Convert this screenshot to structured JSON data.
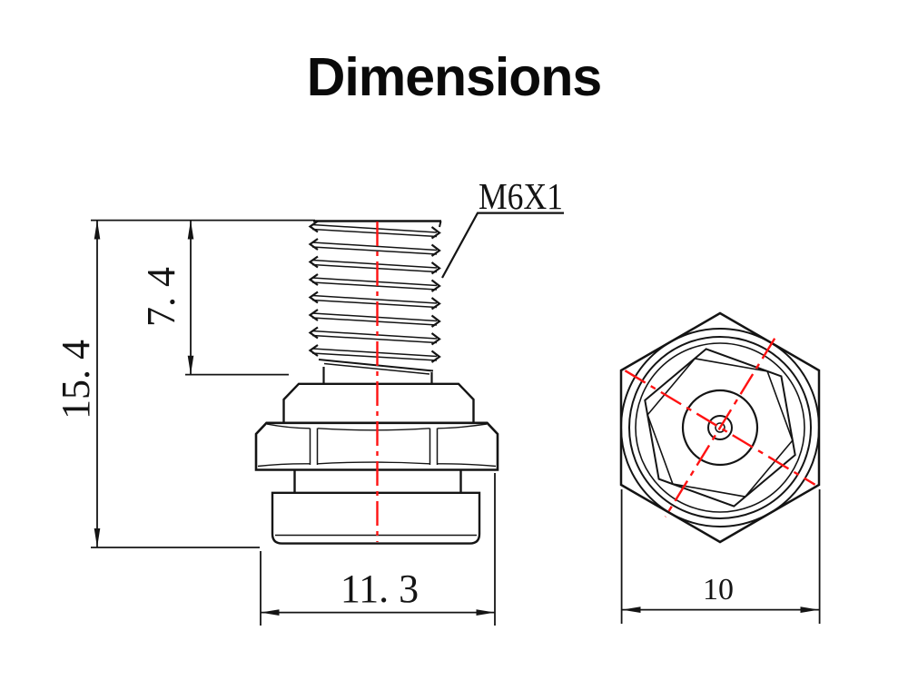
{
  "title": "Dimensions",
  "side_view": {
    "thread_label": "M6X1",
    "dim_total_height": "15. 4",
    "dim_thread_length": "7. 4",
    "dim_base_width": "11. 3"
  },
  "top_view": {
    "dim_hex_width": "10"
  },
  "colors": {
    "line": "#141414",
    "centerline": "#ff1212"
  }
}
